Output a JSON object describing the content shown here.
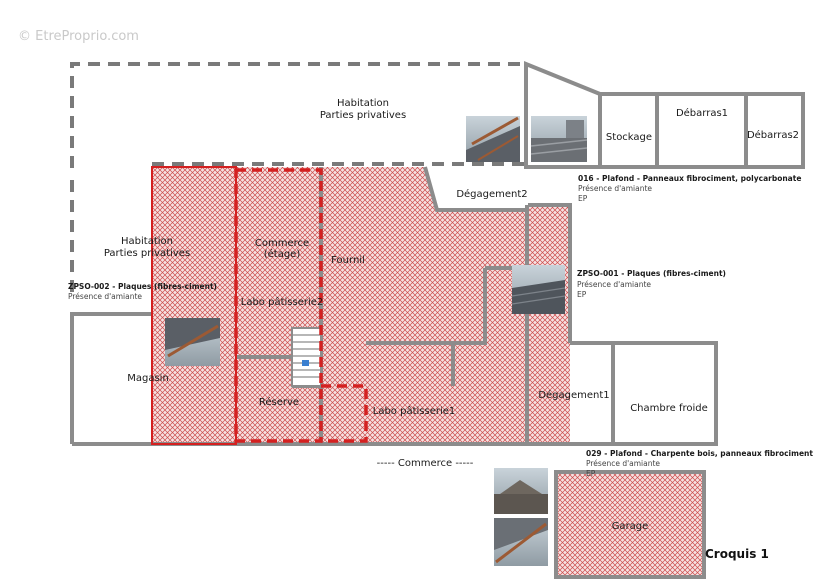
{
  "watermark": "© EtreProprio.com",
  "sketch_title": "Croquis 1",
  "bottom_label": "----- Commerce -----",
  "rooms": {
    "habitation_top": [
      "Habitation",
      "Parties privatives"
    ],
    "habitation_left": [
      "Habitation",
      "Parties privatives"
    ],
    "stockage": "Stockage",
    "debarras1": "Débarras1",
    "debarras2": "Débarras2",
    "degagement2": "Dégagement2",
    "commerce_etage": [
      "Commerce",
      "(étage)"
    ],
    "fournil": "Fournil",
    "labo_patisserie2": "Labo pâtisserie2",
    "magasin": "Magasin",
    "reserve": "Réserve",
    "labo_patisserie1": "Labo pâtisserie1",
    "degagement1": "Dégagement1",
    "chambre_froide": "Chambre froide",
    "garage": "Garage"
  },
  "annotations": [
    {
      "code": "016",
      "title": "Plafond - Panneaux fibrociment, polycarbonate",
      "status": "Présence d'amiante",
      "tag": "EP"
    },
    {
      "code": "ZPSO-001",
      "title": "Plaques (fibres-ciment)",
      "status": "Présence d'amiante",
      "tag": "EP"
    },
    {
      "code": "ZPSO-002",
      "title": "Plaques (fibres-ciment)",
      "status": "Présence d'amiante",
      "tag": ""
    },
    {
      "code": "029",
      "title": "Plafond - Charpente bois, panneaux fibrociment",
      "status": "Présence d'amiante",
      "tag": "EP"
    }
  ],
  "colors": {
    "wall": "#8c8c8c",
    "hatch": "#cc4d4d",
    "outline_red": "#d42020",
    "dashed_border": "#7a7a7a",
    "photo_sky": "#a9b8c2",
    "photo_roof": "#5a5f66",
    "photo_beam": "#9c5a34"
  }
}
